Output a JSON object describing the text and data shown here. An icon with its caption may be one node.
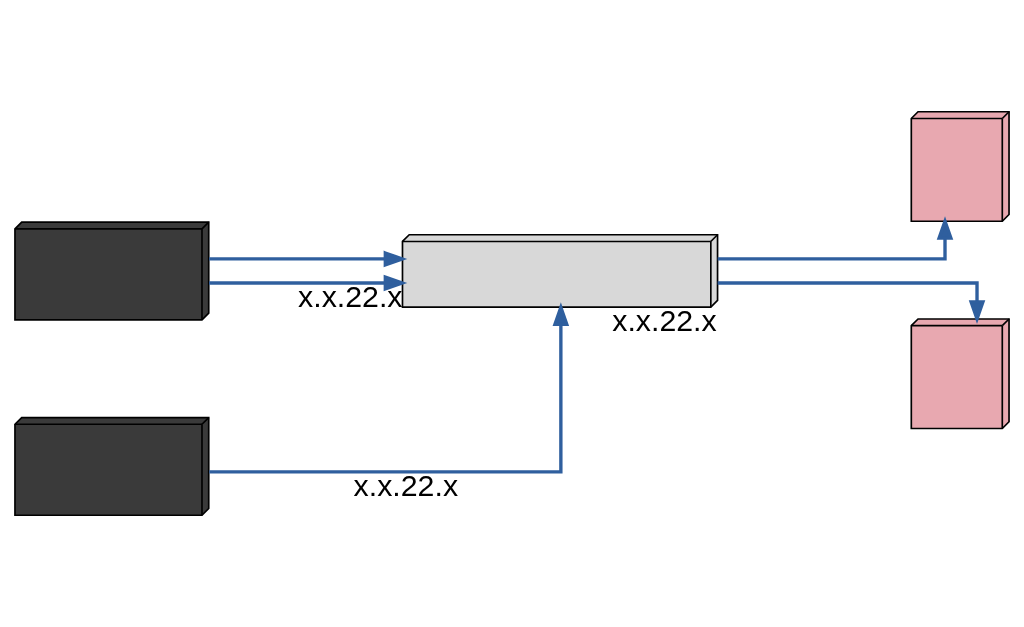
{
  "diagram": {
    "nodes": [
      {
        "text": [],
        "shape": "picture"
      },
      {
        "text": [],
        "shape": "picture"
      },
      {
        "text": [],
        "shape": "picture",
        "beside": [
          "x.x.22.x"
        ]
      },
      {
        "text": [],
        "shape": "picture"
      },
      {
        "text": [],
        "shape": "picture"
      }
    ],
    "edges": [
      {
        "from": 0,
        "to": 2,
        "arrow": "to",
        "label": "x.x.22.x"
      },
      {
        "from": 0,
        "to": 2,
        "arrow": "to"
      },
      {
        "from": 1,
        "to": 2,
        "arrow": "to",
        "label": "x.x.22.x"
      },
      {
        "from": 2,
        "to": 3,
        "arrow": "to"
      },
      {
        "from": 2,
        "to": 4,
        "arrow": "to"
      }
    ]
  }
}
